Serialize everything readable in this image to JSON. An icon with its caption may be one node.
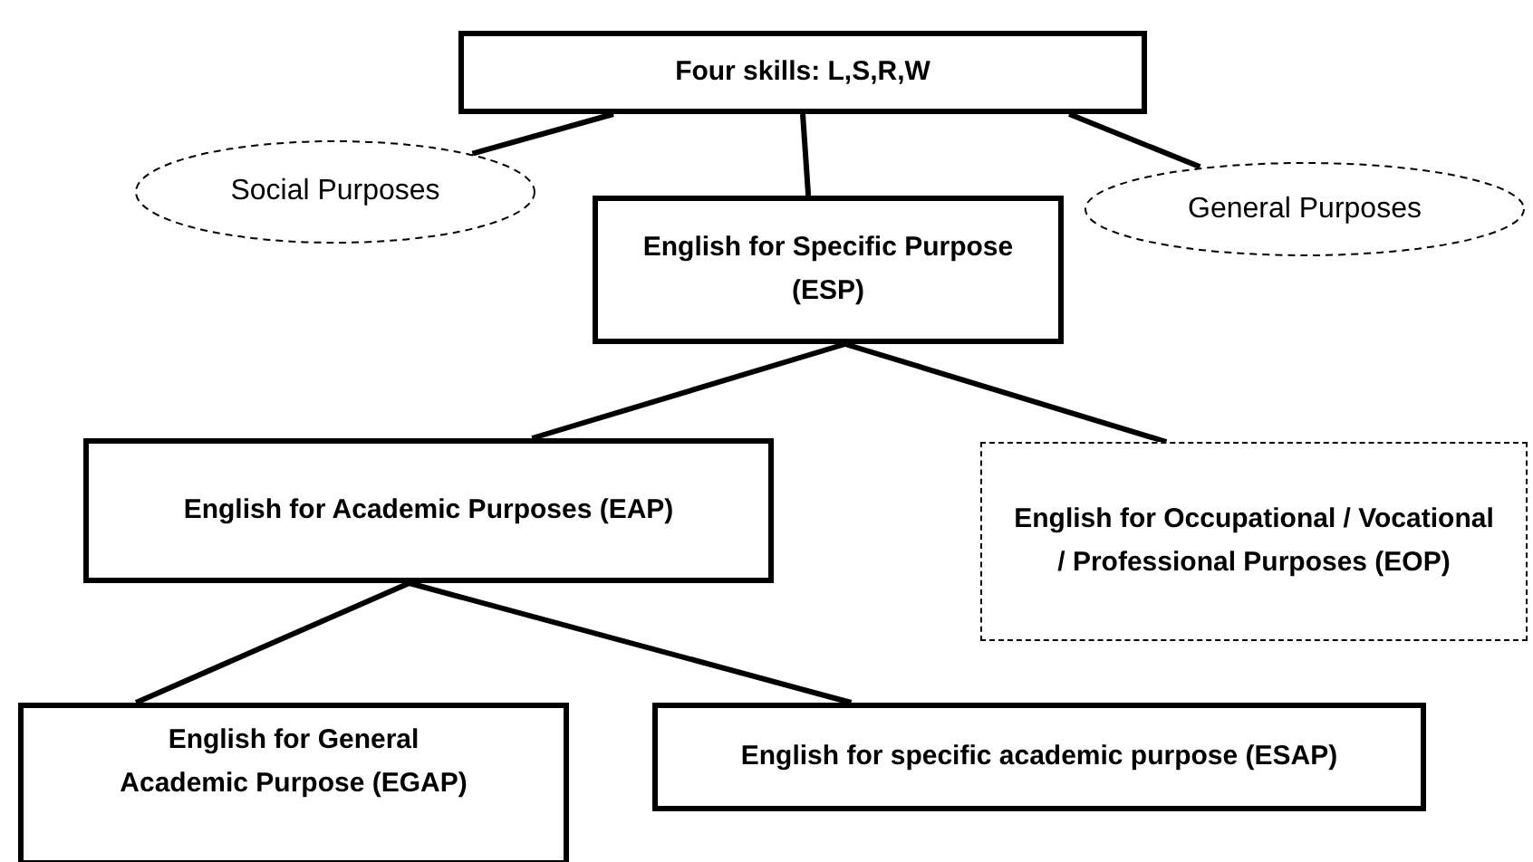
{
  "diagram": {
    "nodes": [
      {
        "text": [
          "Four skills: L,S,R,W"
        ]
      },
      {
        "text": [
          "Social Purposes"
        ]
      },
      {
        "text": [
          "English for Specific Purpose (ESP)"
        ]
      },
      {
        "text": [
          "General Purposes"
        ]
      },
      {
        "text": [
          "English for Academic Purposes (EAP)"
        ]
      },
      {
        "text": [
          "English for Occupational / Vocational / Professional Purposes (EOP)"
        ]
      },
      {
        "text": [
          "English for General Academic Purpose (EGAP)"
        ]
      },
      {
        "text": [
          "English for specific academic purpose (ESAP)"
        ]
      }
    ],
    "edges": [
      {
        "from": 0,
        "to": 1,
        "arrow": "none"
      },
      {
        "from": 0,
        "to": 2,
        "arrow": "none"
      },
      {
        "from": 0,
        "to": 3,
        "arrow": "none"
      },
      {
        "from": 2,
        "to": 4,
        "arrow": "none"
      },
      {
        "from": 2,
        "to": 5,
        "arrow": "none"
      },
      {
        "from": 4,
        "to": 6,
        "arrow": "none"
      },
      {
        "from": 4,
        "to": 7,
        "arrow": "none"
      }
    ]
  }
}
